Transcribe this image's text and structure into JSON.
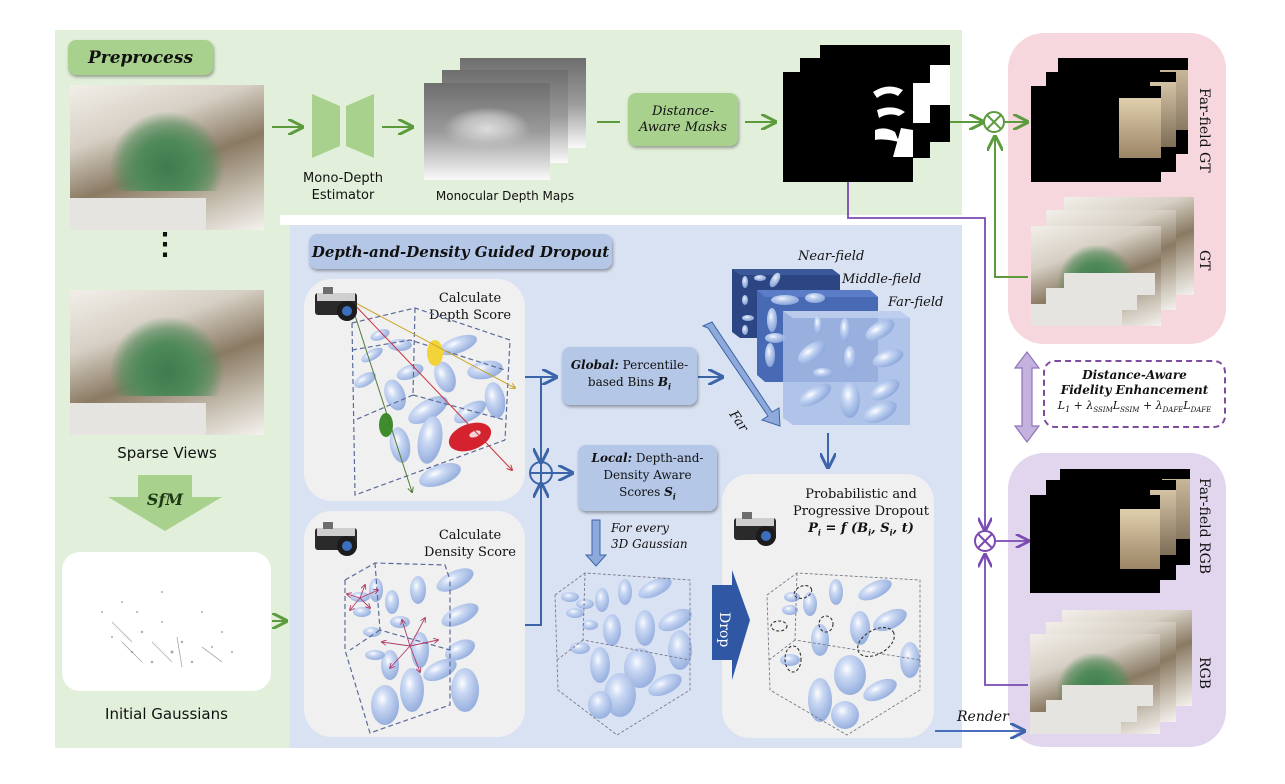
{
  "preprocess": {
    "title": "Preprocess",
    "mono_depth_label_line1": "Mono-Depth",
    "mono_depth_label_line2": "Estimator",
    "depth_maps_label": "Monocular Depth Maps",
    "distance_masks_line1": "Distance-",
    "distance_masks_line2": "Aware Masks",
    "sparse_views_label": "Sparse Views",
    "ellipsis": "⋮",
    "sfm_label": "SfM",
    "initial_gaussians_label": "Initial Gaussians"
  },
  "dropout": {
    "title": "Depth-and-Density Guided Dropout",
    "depth_score_line1": "Calculate",
    "depth_score_line2": "Depth Score",
    "density_score_line1": "Calculate",
    "density_score_line2": "Density Score",
    "global_bold": "Global:",
    "global_rest1": " Percentile-",
    "global_line2": "based Bins ",
    "global_symbol": "B",
    "global_sub": "i",
    "local_bold": "Local:",
    "local_rest1": " Depth-and-",
    "local_line2": "Density Aware",
    "local_line3": "Scores ",
    "local_symbol": "S",
    "local_sub": "i",
    "for_every_line1": "For every",
    "for_every_line2": "3D Gaussian",
    "near_field": "Near-field",
    "middle_field": "Middle-field",
    "far_field": "Far-field",
    "far_arrow_label": "Far",
    "drop_label": "Drop",
    "prob_line1": "Probabilistic and",
    "prob_line2": "Progressive Dropout",
    "prob_formula": "P_i = f (B_i, S_i, t)"
  },
  "outputs": {
    "far_field_gt": "Far-field GT",
    "gt": "GT",
    "far_field_rgb": "Far-field RGB",
    "rgb": "RGB",
    "render_label": "Render"
  },
  "dafe": {
    "title_line1": "Distance-Aware",
    "title_line2": "Fidelity Enhancement",
    "loss_formula": "L1 + λSSIM LSSIM + λDAFE LDAFE"
  },
  "colors": {
    "preprocess_bg": "#e2efda",
    "preprocess_accent": "#a9d18e",
    "dropout_bg": "#d9e2f3",
    "dropout_accent": "#b4c7e7",
    "gt_panel_bg": "#f5d7dd",
    "rgb_panel_bg": "#e1d6ee",
    "green_arrow": "#5b9b3c",
    "blue_arrow": "#3c64a8",
    "purple_arrow": "#7a4ab0"
  }
}
